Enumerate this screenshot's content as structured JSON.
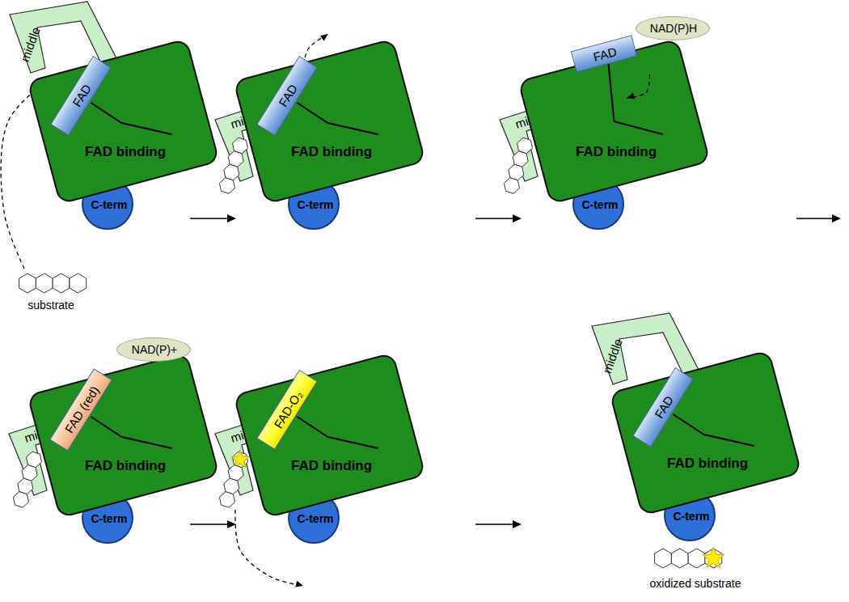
{
  "diagram": {
    "nodes": [
      {
        "text": [
          "middle"
        ]
      },
      {
        "text": [
          "FAD"
        ]
      },
      {
        "text": [
          "FAD binding"
        ]
      },
      {
        "text": [
          "C-term"
        ]
      },
      {
        "text": [
          "middle"
        ]
      },
      {
        "text": [
          "FAD"
        ]
      },
      {
        "text": [
          "FAD binding"
        ]
      },
      {
        "text": [
          "C-term"
        ]
      },
      {
        "text": [
          "NAD(P)H"
        ]
      },
      {
        "text": [
          "middle"
        ]
      },
      {
        "text": [
          "FAD"
        ]
      },
      {
        "text": [
          "FAD binding"
        ]
      },
      {
        "text": [
          "C-term"
        ]
      },
      {
        "text": [
          "NAD(P)+"
        ]
      },
      {
        "text": [
          "middle"
        ]
      },
      {
        "text": [
          "FAD (red)"
        ]
      },
      {
        "text": [
          "FAD binding"
        ]
      },
      {
        "text": [
          "C-term"
        ]
      },
      {
        "text": [
          "middle"
        ]
      },
      {
        "text": [
          "FAD-O₂"
        ]
      },
      {
        "text": [
          "FAD binding"
        ]
      },
      {
        "text": [
          "C-term"
        ]
      },
      {
        "text": [
          "middle"
        ]
      },
      {
        "text": [
          "FAD"
        ]
      },
      {
        "text": [
          "FAD binding"
        ]
      },
      {
        "text": [
          "C-term"
        ]
      }
    ],
    "labels": [
      "substrate",
      "oxidized substrate"
    ]
  }
}
